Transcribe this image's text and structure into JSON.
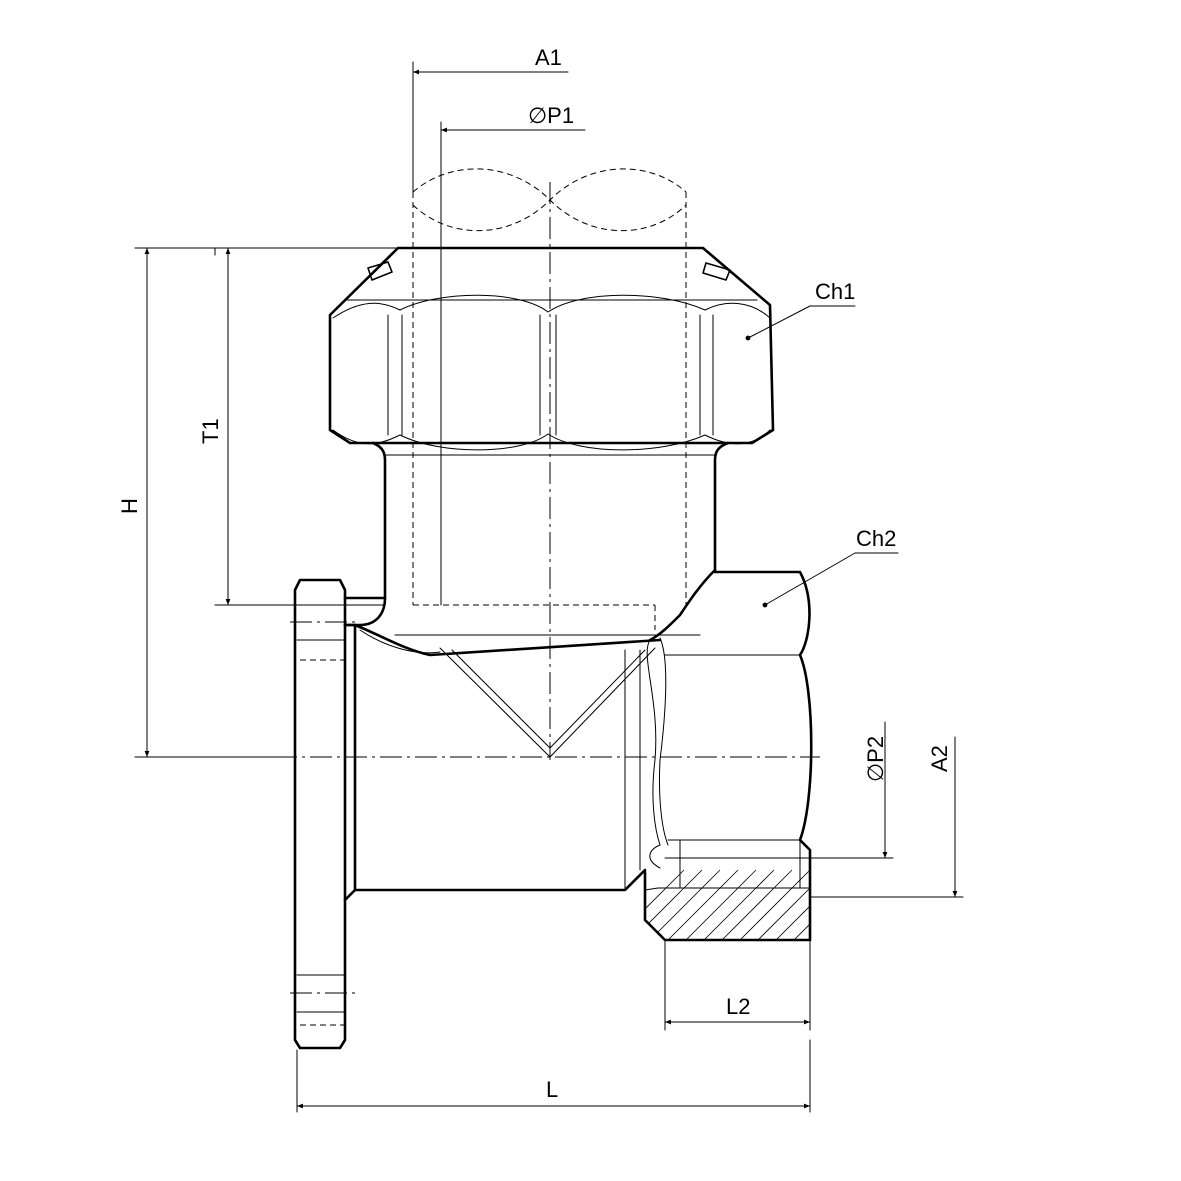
{
  "labels": {
    "a1": "A1",
    "p1": "P1",
    "ch1": "Ch1",
    "ch2": "Ch2",
    "t1": "T1",
    "h": "H",
    "p2": "P2",
    "a2": "A2",
    "l2": "L2",
    "l": "L"
  },
  "symbols": {
    "diameter": "∅"
  },
  "colors": {
    "ink": "#000000",
    "paper": "#ffffff"
  }
}
